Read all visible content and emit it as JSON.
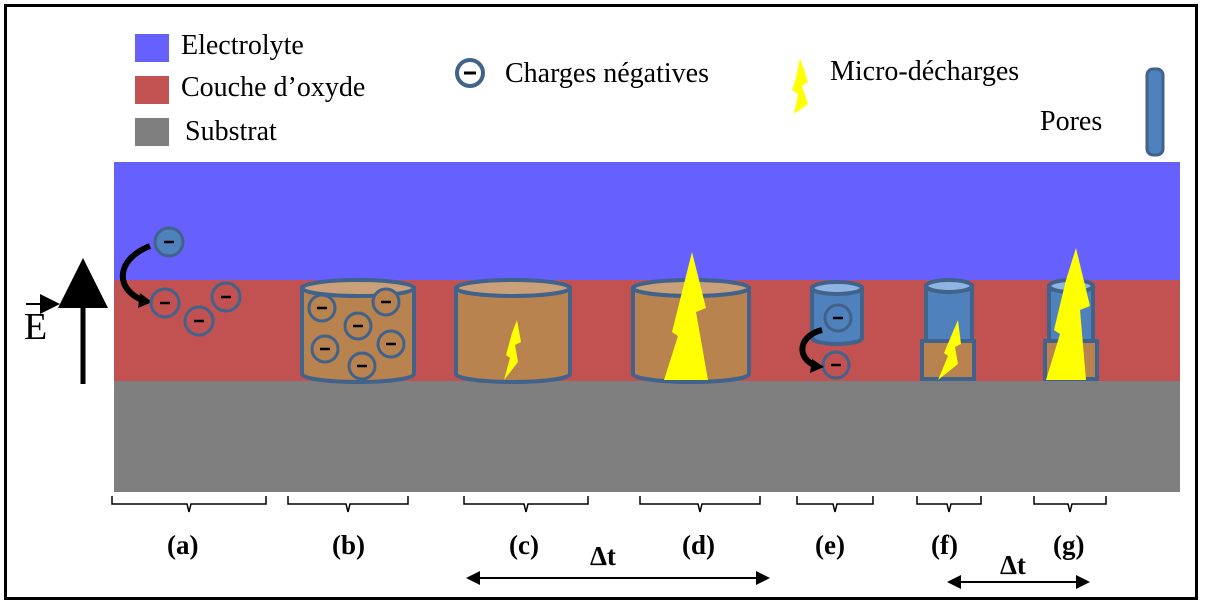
{
  "legend": {
    "electrolyte": {
      "label": "Electrolyte",
      "color": "#6660FF"
    },
    "oxide": {
      "label": "Couche d’oxyde",
      "color": "#C25252"
    },
    "substrate": {
      "label": "Substrat",
      "color": "#7F7F7F"
    },
    "charges": {
      "label": "Charges négatives",
      "symbol": "−"
    },
    "micro_discharges": {
      "label": "Micro-décharges",
      "color": "#FFFF00"
    },
    "pores": {
      "label": "Pores",
      "color": "#4F81BD"
    }
  },
  "field_label": "E",
  "charge_symbol": "−",
  "colors": {
    "pore_fill": "#B8834F",
    "outline": "#41628A",
    "arrow": "#000000"
  },
  "stages": [
    {
      "id": "a",
      "label": "(a)"
    },
    {
      "id": "b",
      "label": "(b)"
    },
    {
      "id": "c",
      "label": "(c)"
    },
    {
      "id": "d",
      "label": "(d)"
    },
    {
      "id": "e",
      "label": "(e)"
    },
    {
      "id": "f",
      "label": "(f)"
    },
    {
      "id": "g",
      "label": "(g)"
    }
  ],
  "intervals": [
    {
      "label": "Δt",
      "from": "c",
      "to": "d"
    },
    {
      "label": "Δt",
      "from": "f",
      "to": "g"
    }
  ]
}
